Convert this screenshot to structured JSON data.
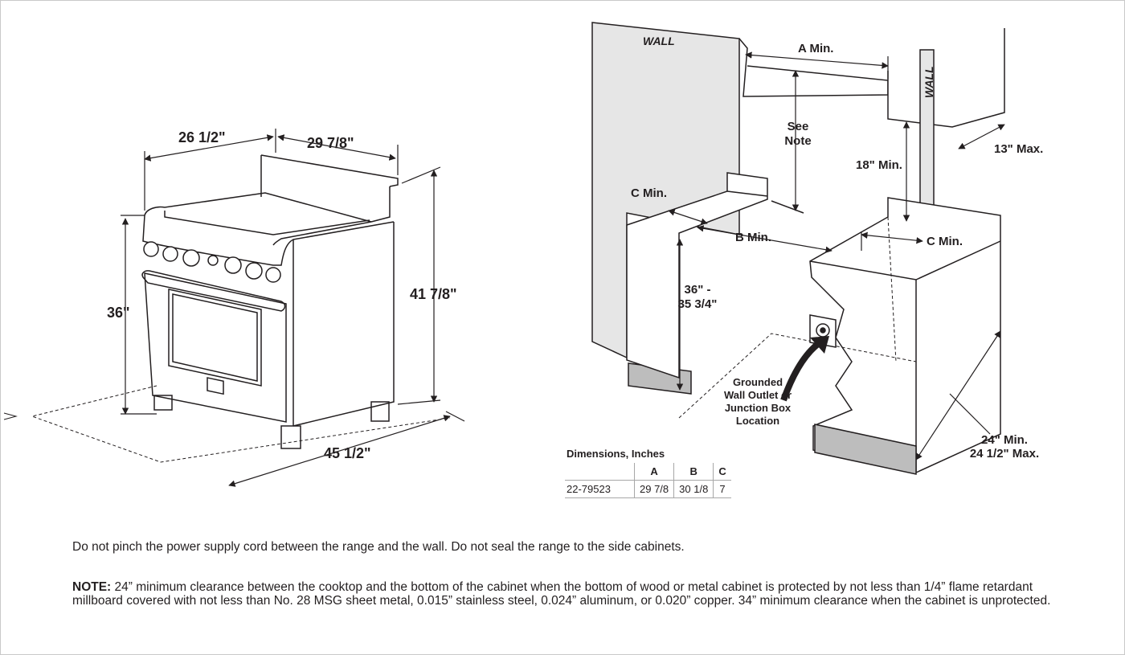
{
  "range_diagram": {
    "dim_width": "26 1/2\"",
    "dim_depth": "29 7/8\"",
    "dim_height": "36\"",
    "dim_total_height": "41 7/8\"",
    "dim_door_open": "45 1/2\""
  },
  "install_diagram": {
    "wall_left": "WALL",
    "wall_right": "WALL",
    "a_min": "A Min.",
    "see_note": [
      "See",
      "Note"
    ],
    "c_min_left": "C Min.",
    "b_min": "B Min.",
    "c_min_right": "C Min.",
    "height_min_18": "18\" Min.",
    "max_13": "13\" Max.",
    "counter_height": [
      "36\" -",
      "35 3/4\""
    ],
    "outlet_label": [
      "Grounded",
      "Wall Outlet or",
      "Junction Box",
      "Location"
    ],
    "depth_label": [
      "24\" Min.",
      "24 1/2\" Max."
    ]
  },
  "dimensions_table": {
    "caption": "Dimensions, Inches",
    "headers": [
      "",
      "A",
      "B",
      "C"
    ],
    "rows": [
      {
        "model": "22-79523",
        "a": "29 7/8",
        "b": "30 1/8",
        "c": "7"
      }
    ]
  },
  "notes": {
    "warning": "Do not pinch the power supply cord between the range and the wall. Do not seal the range to the side cabinets.",
    "note_label": "NOTE:",
    "note_text": " 24” minimum clearance between the cooktop and the bottom of the cabinet when the bottom of wood or metal cabinet is protected by not less than 1/4” flame retardant millboard covered with not less than No. 28 MSG sheet metal, 0.015” stainless steel, 0.024” aluminum, or 0.020” copper. 34” minimum clearance when the cabinet is unprotected."
  }
}
